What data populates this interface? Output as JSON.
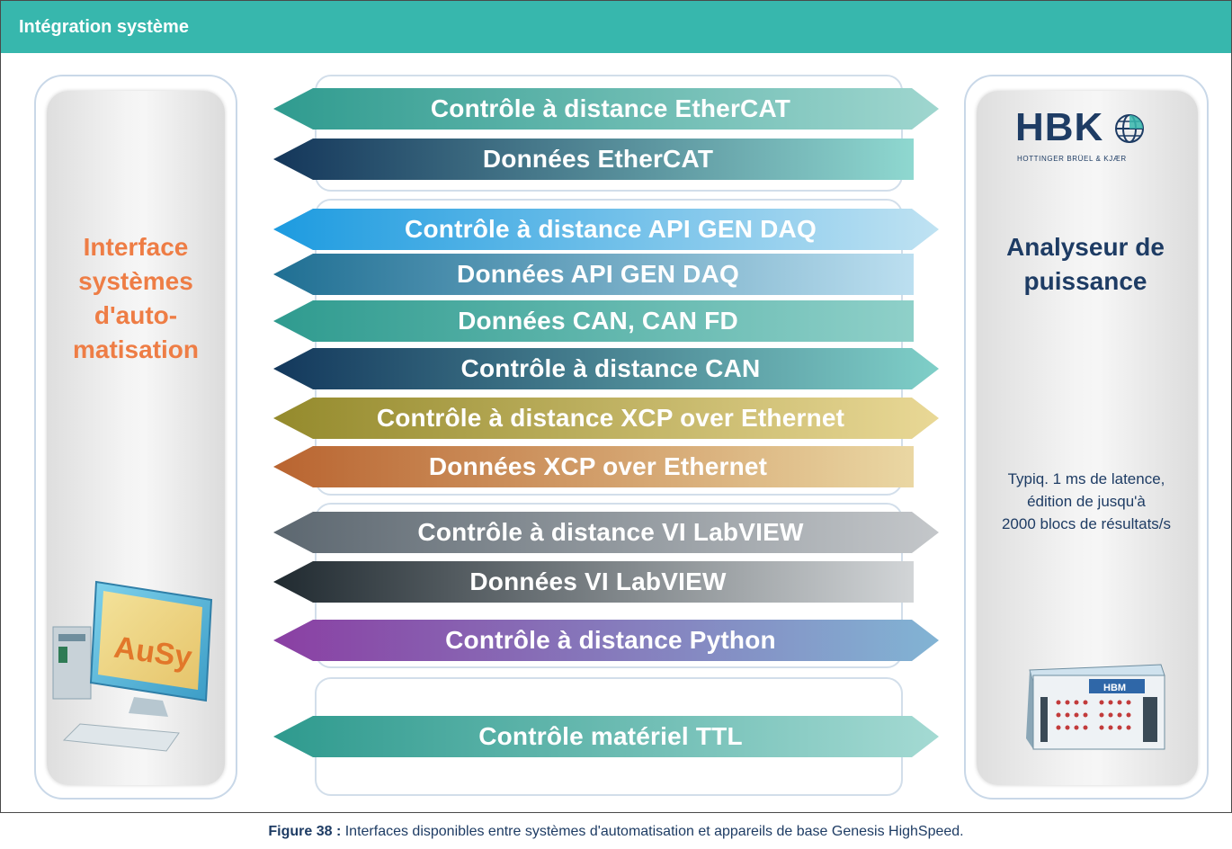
{
  "header": {
    "title": "Intégration système"
  },
  "left_panel": {
    "heading": "Interface systèmes d'auto-matisation",
    "heading_lines": [
      "Interface",
      "systèmes",
      "d'auto-",
      "matisation"
    ],
    "computer_screen_label": "AuSy",
    "heading_color": "#ee7d45"
  },
  "right_panel": {
    "logo_text": "HBK",
    "logo_tagline": "HOTTINGER BRÜEL & KJÆR",
    "heading_lines": [
      "Analyseur de",
      "puissance"
    ],
    "note_lines": [
      "Typiq. 1 ms de latence,",
      "édition de jusqu'à",
      "2000 blocs de résultats/s"
    ],
    "device_label": "HBM",
    "heading_color": "#1e3c64"
  },
  "arrows": [
    {
      "label": "Contrôle à distance EtherCAT",
      "direction": "both",
      "colors": [
        "#2f9b8f",
        "#9fd6cf"
      ]
    },
    {
      "label": "Données EtherCAT",
      "direction": "left",
      "colors": [
        "#14365a",
        "#8fd8d0"
      ]
    },
    {
      "label": "Contrôle à distance API GEN DAQ",
      "direction": "both",
      "colors": [
        "#1d9be0",
        "#bfe2f2"
      ]
    },
    {
      "label": "Données API GEN DAQ",
      "direction": "left",
      "colors": [
        "#1f6f93",
        "#bcdff0"
      ]
    },
    {
      "label": "Données CAN, CAN FD",
      "direction": "left",
      "colors": [
        "#2f9b8f",
        "#8fd0c9"
      ]
    },
    {
      "label": "Contrôle à distance CAN",
      "direction": "both",
      "colors": [
        "#13385c",
        "#7fcfc8"
      ]
    },
    {
      "label": "Contrôle à distance XCP over Ethernet",
      "direction": "both",
      "colors": [
        "#948a2c",
        "#e9d896"
      ]
    },
    {
      "label": "Données XCP over Ethernet",
      "direction": "left",
      "colors": [
        "#b96430",
        "#ead7a3"
      ]
    },
    {
      "label": "Contrôle à distance VI LabVIEW",
      "direction": "both",
      "colors": [
        "#5c6770",
        "#c4c7ca"
      ]
    },
    {
      "label": "Données VI LabVIEW",
      "direction": "left",
      "colors": [
        "#202a30",
        "#d2d5d7"
      ]
    },
    {
      "label": "Contrôle à distance Python",
      "direction": "both",
      "colors": [
        "#8a3fa3",
        "#82b4d4"
      ]
    },
    {
      "label": "Contrôle matériel TTL",
      "direction": "both",
      "colors": [
        "#2e9a8e",
        "#a4dad3"
      ]
    }
  ],
  "caption": {
    "figure": "Figure 38 :",
    "text": " Interfaces disponibles entre systèmes d'automatisation et appareils de base Genesis HighSpeed."
  }
}
